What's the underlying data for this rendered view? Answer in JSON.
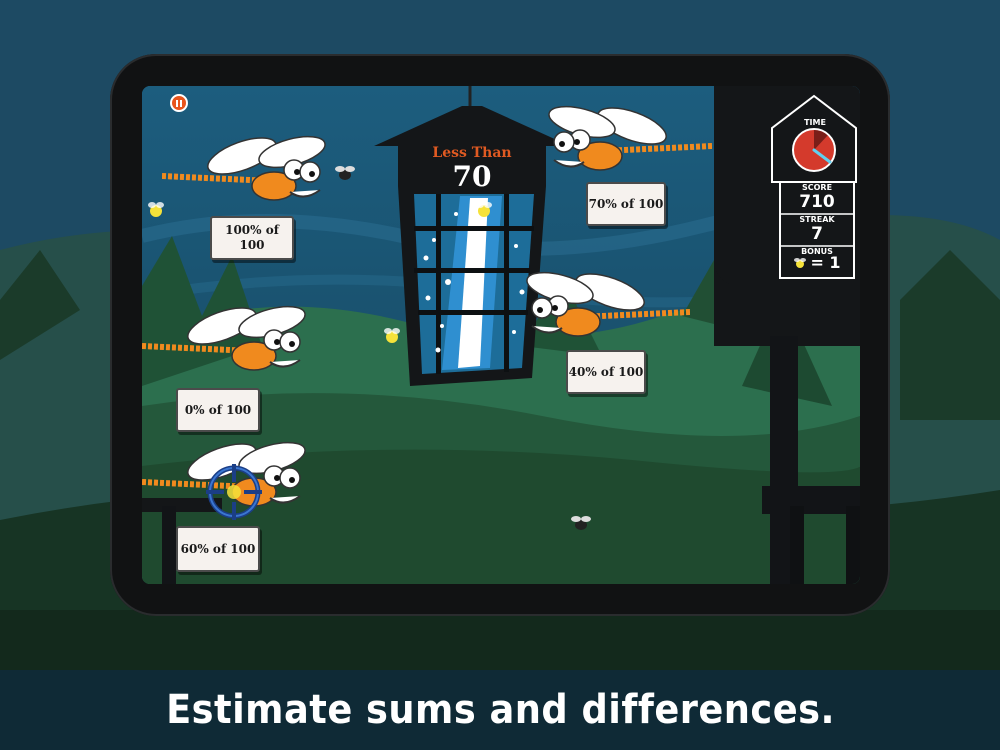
{
  "caption": "Estimate sums and differences.",
  "target": {
    "title": "Less Than",
    "value": "70"
  },
  "hud": {
    "time_label": "TIME",
    "score_label": "SCORE",
    "score": "710",
    "streak_label": "STREAK",
    "streak": "7",
    "bonus_label": "BONUS",
    "bonus": "= 1",
    "time_remaining_fraction": 0.12
  },
  "dragonflies": [
    {
      "label": "100% of 100"
    },
    {
      "label": "70% of 100"
    },
    {
      "label": "40% of 100"
    },
    {
      "label": "0% of 100"
    },
    {
      "label": "60% of 100"
    }
  ],
  "icons": {
    "pause": "pause-icon",
    "crosshair": "crosshair-icon",
    "firefly": "firefly-icon",
    "fly": "fly-icon"
  },
  "colors": {
    "sky": "#1c5877",
    "hills_far": "#2c6f4e",
    "hills_near": "#1f4a2f",
    "dragonfly_body": "#f08a1e",
    "label_bg": "#f6f2ee",
    "lantern_title": "#e05a22",
    "hud_dial": "#d43a2c"
  }
}
